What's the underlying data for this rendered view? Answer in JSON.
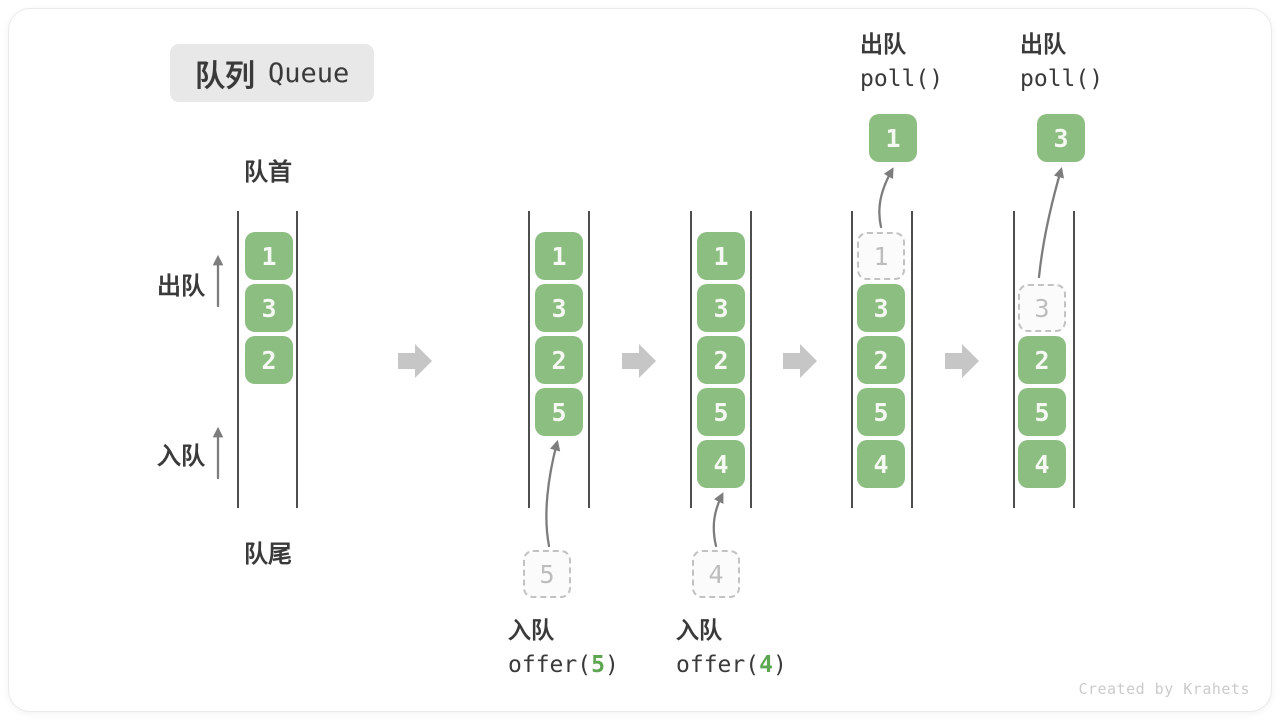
{
  "title": {
    "zh": "队列",
    "en": "Queue"
  },
  "side_labels": {
    "front": "队首",
    "rear": "队尾",
    "dequeue": "出队",
    "enqueue": "入队"
  },
  "watermark": "Created by Krahets",
  "colors": {
    "box_green": "#8dbe81",
    "box_text": "#f6f8f3",
    "dash_bg": "#fbfbfb",
    "dash_border": "#c2c2c2",
    "dash_text": "#bdbdbd",
    "block_arrow": "#c6c6c6",
    "wall": "#4e4e4e",
    "text_dark": "#3a3a3a",
    "arrow_gray": "#7d7d7d",
    "arg_green": "#5fa653",
    "badge_bg": "#e8e8e8",
    "watermark_gray": "#cbcbcb"
  },
  "queues": [
    {
      "name": "queue-state-1-initial",
      "cells": [
        {
          "row": 0,
          "value": "1",
          "variant": "green"
        },
        {
          "row": 1,
          "value": "3",
          "variant": "green"
        },
        {
          "row": 2,
          "value": "2",
          "variant": "green"
        }
      ]
    },
    {
      "name": "queue-state-2-after-offer-5",
      "cells": [
        {
          "row": 0,
          "value": "1",
          "variant": "green"
        },
        {
          "row": 1,
          "value": "3",
          "variant": "green"
        },
        {
          "row": 2,
          "value": "2",
          "variant": "green"
        },
        {
          "row": 3,
          "value": "5",
          "variant": "green"
        }
      ],
      "incoming_value": "5",
      "op": {
        "label": "入队",
        "code": [
          "offer(",
          "5",
          ")"
        ]
      }
    },
    {
      "name": "queue-state-3-after-offer-4",
      "cells": [
        {
          "row": 0,
          "value": "1",
          "variant": "green"
        },
        {
          "row": 1,
          "value": "3",
          "variant": "green"
        },
        {
          "row": 2,
          "value": "2",
          "variant": "green"
        },
        {
          "row": 3,
          "value": "5",
          "variant": "green"
        },
        {
          "row": 4,
          "value": "4",
          "variant": "green"
        }
      ],
      "incoming_value": "4",
      "op": {
        "label": "入队",
        "code": [
          "offer(",
          "4",
          ")"
        ]
      }
    },
    {
      "name": "queue-state-4-after-poll-1",
      "cells": [
        {
          "row": 0,
          "value": "1",
          "variant": "dashed"
        },
        {
          "row": 1,
          "value": "3",
          "variant": "green"
        },
        {
          "row": 2,
          "value": "2",
          "variant": "green"
        },
        {
          "row": 3,
          "value": "5",
          "variant": "green"
        },
        {
          "row": 4,
          "value": "4",
          "variant": "green"
        }
      ],
      "outgoing_value": "1",
      "op": {
        "label": "出队",
        "code": [
          "poll()"
        ]
      }
    },
    {
      "name": "queue-state-5-after-poll-3",
      "cells": [
        {
          "row": 1,
          "value": "3",
          "variant": "dashed"
        },
        {
          "row": 2,
          "value": "2",
          "variant": "green"
        },
        {
          "row": 3,
          "value": "5",
          "variant": "green"
        },
        {
          "row": 4,
          "value": "4",
          "variant": "green"
        }
      ],
      "outgoing_value": "3",
      "op": {
        "label": "出队",
        "code": [
          "poll()"
        ]
      }
    }
  ]
}
